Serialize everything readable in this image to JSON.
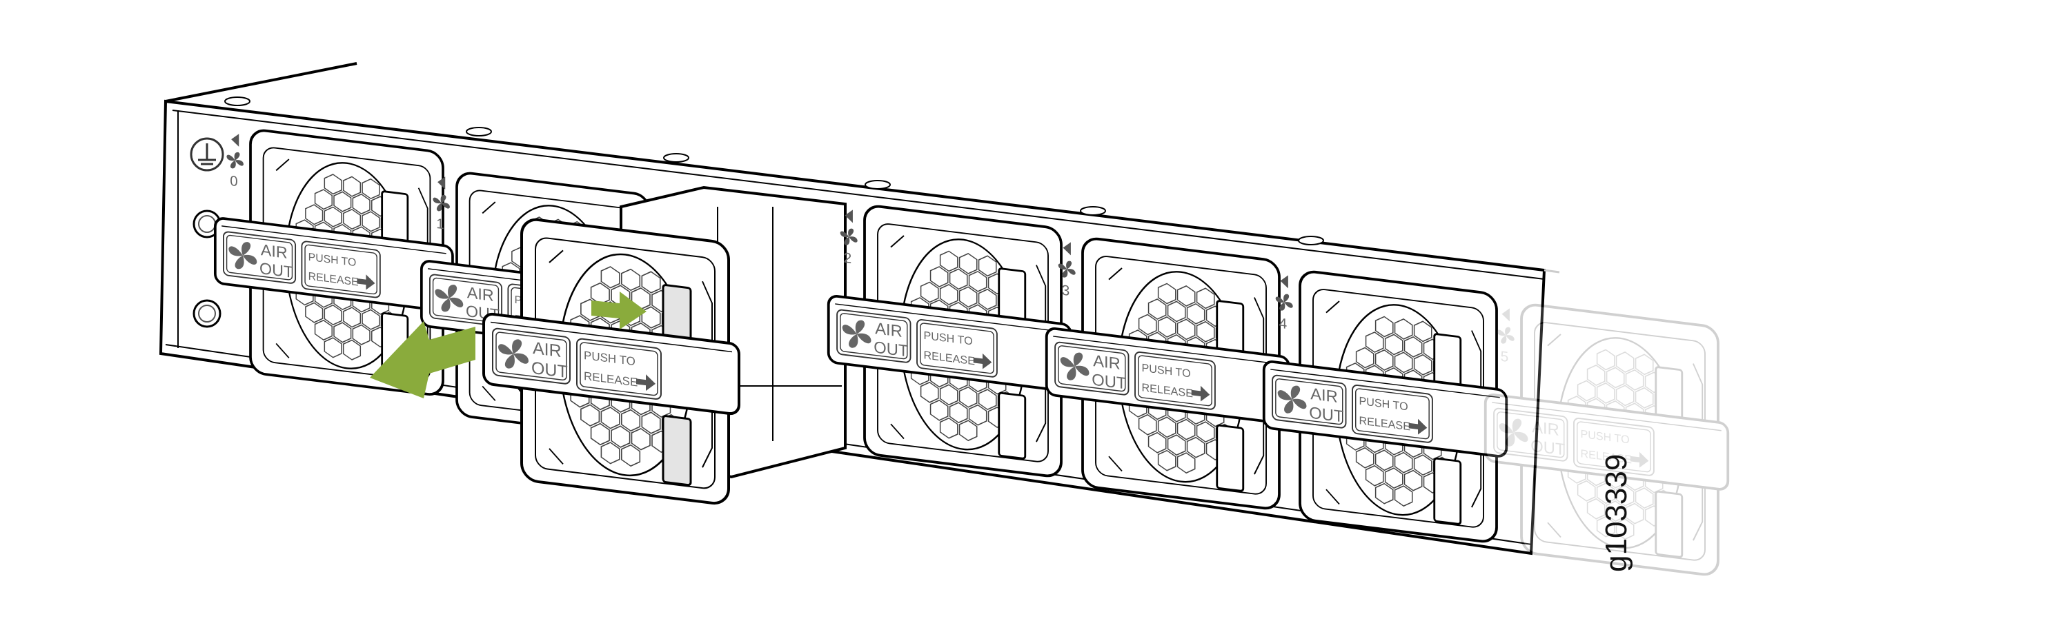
{
  "figure_id": "g103339",
  "colors": {
    "arrow": "#8aab3c",
    "line": "#000000",
    "label": "#666666",
    "latch": "#e4e4e4"
  },
  "fan_module_label": {
    "air_line1": "AIR",
    "air_line2": "OUT",
    "push_line1": "PUSH TO",
    "push_line2": "RELEASE",
    "fan_icon": "fan-icon",
    "arrow_icon": "arrow-right-icon"
  },
  "slots": [
    {
      "number": "0",
      "state": "installed"
    },
    {
      "number": "1",
      "state": "being-removed"
    },
    {
      "number": "2",
      "state": "installed"
    },
    {
      "number": "3",
      "state": "installed"
    },
    {
      "number": "4",
      "state": "installed"
    },
    {
      "number": "5",
      "state": "installed-faded"
    }
  ],
  "icons": {
    "ground": "ground-icon",
    "pull_arrow": "arrow-pull-out-icon",
    "push_arrow": "arrow-push-latch-icon"
  }
}
